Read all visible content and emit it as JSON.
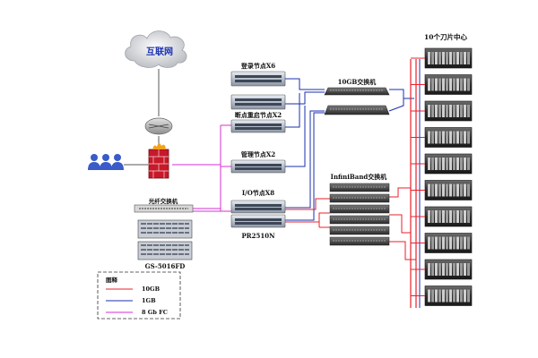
{
  "labels": {
    "internet": "互联网",
    "login_nodes": "登录节点X6",
    "breakpoint_nodes": "断点重启节点X2",
    "mgmt_nodes": "管理节点X2",
    "io_nodes": "I/O节点X8",
    "storage_model": "PR2510N",
    "switch_10gb": "10GB交换机",
    "switch_ib": "InfiniBand交换机",
    "fc_switch": "光纤交换机",
    "storage_array": "GS-5016FD",
    "blade_center": "10个刀片中心"
  },
  "legend": {
    "title": "图释",
    "items": [
      {
        "label": "10GB",
        "color": "#e8202a"
      },
      {
        "label": "1GB",
        "color": "#1a2fb0"
      },
      {
        "label": "8 Gb  FC",
        "color": "#d62fd6"
      }
    ]
  },
  "colors": {
    "link_10gb": "#e8202a",
    "link_1gb": "#1a2fb0",
    "link_fc": "#d62fd6",
    "network": "#8a8a8a"
  }
}
